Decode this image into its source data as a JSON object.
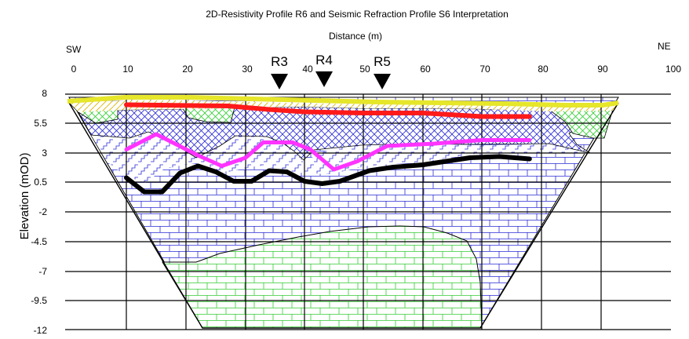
{
  "title": "2D-Resistivity Profile R6 and Seismic Refraction Profile S6 Interpretation",
  "x_axis": {
    "label": "Distance (m)",
    "ticks": [
      "0",
      "10",
      "20",
      "30",
      "40",
      "50",
      "60",
      "70",
      "80",
      "90",
      "100"
    ],
    "left_end": "SW",
    "right_end": "NE",
    "range": [
      0,
      100
    ]
  },
  "y_axis": {
    "label": "Elevation (mOD)",
    "ticks": [
      "8",
      "5.5",
      "3",
      "0.5",
      "-2",
      "-4.5",
      "-7",
      "-9.5",
      "-12"
    ],
    "range": [
      -12,
      8
    ]
  },
  "markers": [
    {
      "label": "R3",
      "distance": 35
    },
    {
      "label": "R4",
      "distance": 42
    },
    {
      "label": "R5",
      "distance": 52
    }
  ],
  "colors": {
    "topsoil_line": "#e6e62a",
    "red_interface": "#ff1a1a",
    "magenta_interface": "#ff33ff",
    "black_interface": "#000000",
    "blue_hatch": "#2a2ad6",
    "green_hatch": "#33cc33",
    "yellow_hatch": "#d9b300"
  },
  "chart_data": {
    "type": "cross-section",
    "interfaces": [
      {
        "color": "#ff1a1a",
        "points": [
          [
            10,
            7.1
          ],
          [
            27,
            7.0
          ],
          [
            34,
            6.7
          ],
          [
            40,
            6.5
          ],
          [
            50,
            6.4
          ],
          [
            60,
            6.4
          ],
          [
            70,
            6.1
          ],
          [
            78,
            6.1
          ]
        ]
      },
      {
        "color": "#ff33ff",
        "points": [
          [
            10,
            3.3
          ],
          [
            15,
            4.6
          ],
          [
            22,
            2.8
          ],
          [
            26,
            1.9
          ],
          [
            30,
            2.6
          ],
          [
            33,
            3.9
          ],
          [
            38,
            3.9
          ],
          [
            41,
            3.3
          ],
          [
            45,
            1.6
          ],
          [
            49,
            2.3
          ],
          [
            54,
            3.6
          ],
          [
            62,
            3.8
          ],
          [
            70,
            4.1
          ],
          [
            78,
            4.1
          ]
        ]
      },
      {
        "color": "#000000",
        "points": [
          [
            10,
            0.9
          ],
          [
            13,
            -0.3
          ],
          [
            16,
            -0.3
          ],
          [
            19,
            1.3
          ],
          [
            22,
            1.9
          ],
          [
            25,
            1.4
          ],
          [
            28,
            0.6
          ],
          [
            31,
            0.6
          ],
          [
            34,
            1.5
          ],
          [
            37,
            1.4
          ],
          [
            40,
            0.6
          ],
          [
            43,
            0.4
          ],
          [
            46,
            0.6
          ],
          [
            51,
            1.5
          ],
          [
            55,
            1.8
          ],
          [
            60,
            2.0
          ],
          [
            64,
            2.3
          ],
          [
            68,
            2.6
          ],
          [
            73,
            2.7
          ],
          [
            78,
            2.5
          ]
        ]
      }
    ]
  }
}
